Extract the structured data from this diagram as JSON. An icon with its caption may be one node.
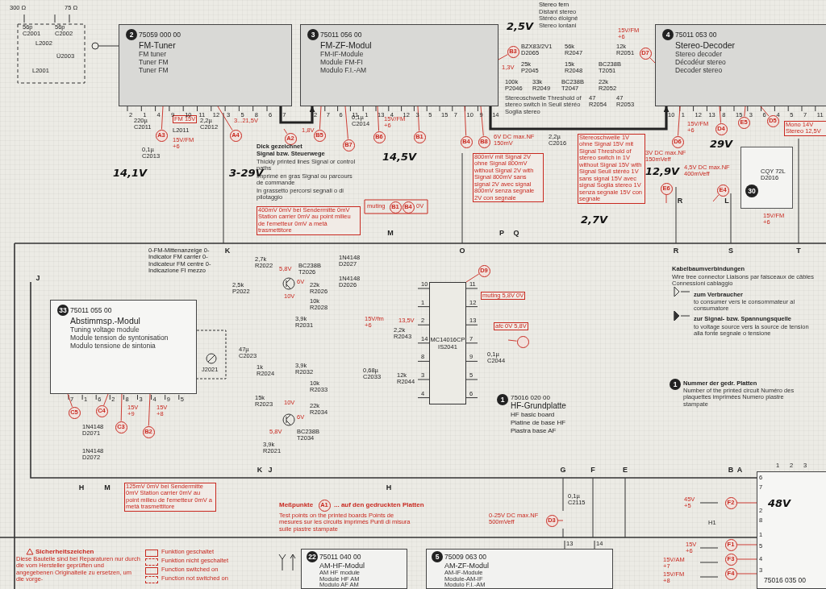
{
  "diagram": {
    "nodes": [
      {
        "text": [
          "2",
          "75059 000 00",
          "FM-Tuner",
          "FM tuner",
          "Tuner FM",
          "Tuner FM"
        ]
      },
      {
        "text": [
          "3",
          "75011 056 00",
          "FM-ZF-Modul",
          "FM-IF-Module",
          "Module FM-FI",
          "Modulo F.I.-AM"
        ]
      },
      {
        "text": [
          "4",
          "75011 053 00",
          "Stereo-Decoder",
          "Stereo decoder",
          "Décodéur stereo",
          "Decoder stereo"
        ]
      },
      {
        "text": [
          "33",
          "75011 055 00",
          "Abstimmsp.-Modul",
          "Tuning voltage module",
          "Module tension de syntonisation",
          "Modulo tensione de sintonia"
        ]
      },
      {
        "text": [
          "MC14016CP",
          "IS2041"
        ]
      },
      {
        "text": [
          "CQY 72L D2016",
          "30"
        ]
      },
      {
        "text": [
          "22",
          "75011 040 00",
          "AM-HF-Modul",
          "AM HF module",
          "Module HF AM",
          "Modulo AF AM"
        ]
      },
      {
        "text": [
          "5",
          "75009 063 00",
          "AM-ZF-Modul",
          "AM-IF-Module",
          "Module-AM-IF",
          "Modulo F.I.-AM"
        ]
      },
      {
        "text": [
          "75016 035 00"
        ]
      },
      {
        "text": [
          "1"
        ],
        "beside": [
          "75016 020 00",
          "HF-Grundplatte",
          "HF basic board",
          "Platine de base HF",
          "Piastra base AF"
        ]
      },
      {
        "text": [
          "1"
        ],
        "beside": [
          "Nummer der gedr. Platten",
          "Number of the printed circuit Numéro des plaquettes imprimées Numero piastre stampate"
        ]
      },
      {
        "text": [
          "A3"
        ]
      },
      {
        "text": [
          "A4"
        ]
      },
      {
        "text": [
          "A2"
        ]
      },
      {
        "text": [
          "B5"
        ]
      },
      {
        "text": [
          "B7"
        ]
      },
      {
        "text": [
          "B6"
        ]
      },
      {
        "text": [
          "B1"
        ]
      },
      {
        "text": [
          "B4"
        ]
      },
      {
        "text": [
          "B8"
        ]
      },
      {
        "text": [
          "B3"
        ]
      },
      {
        "text": [
          "D7"
        ]
      },
      {
        "text": [
          "D6"
        ]
      },
      {
        "text": [
          "D4"
        ]
      },
      {
        "text": [
          "D5"
        ]
      },
      {
        "text": [
          "E5"
        ]
      },
      {
        "text": [
          "E6"
        ]
      },
      {
        "text": [
          "E4"
        ]
      },
      {
        "text": [
          "B1"
        ]
      },
      {
        "text": [
          "B4"
        ]
      },
      {
        "text": [
          "D9"
        ]
      },
      {
        "text": [],
        "shape": "circle"
      },
      {
        "text": [
          "C5"
        ]
      },
      {
        "text": [
          "C4"
        ]
      },
      {
        "text": [
          "C3"
        ]
      },
      {
        "text": [
          "B2"
        ]
      },
      {
        "text": [
          "A1"
        ]
      },
      {
        "text": [
          "D3"
        ]
      },
      {
        "text": [
          "F2"
        ]
      },
      {
        "text": [
          "F1"
        ]
      },
      {
        "text": [
          "F3"
        ]
      },
      {
        "text": [
          "F4"
        ]
      }
    ],
    "edges": [
      {
        "from": 0,
        "to": 1,
        "arrow": "to",
        "style": "thick",
        "color": "#222222"
      },
      {
        "from": 1,
        "to": 2,
        "arrow": "to",
        "style": "thick",
        "color": "#222222"
      },
      {
        "from": 11,
        "to": 0,
        "arrow": "none"
      },
      {
        "from": 12,
        "to": 0,
        "arrow": "none"
      },
      {
        "from": 13,
        "to": null,
        "arrow": "none"
      },
      {
        "from": 14,
        "to": 1,
        "arrow": "none"
      },
      {
        "from": 15,
        "to": 1,
        "arrow": "none"
      },
      {
        "from": 16,
        "to": 1,
        "arrow": "none"
      },
      {
        "from": 17,
        "to": 1,
        "arrow": "none"
      },
      {
        "from": 18,
        "to": 1,
        "arrow": "none"
      },
      {
        "from": 19,
        "to": 1,
        "arrow": "none"
      },
      {
        "from": 20,
        "to": 1,
        "arrow": "none"
      },
      {
        "from": 21,
        "to": 2,
        "arrow": "none"
      },
      {
        "from": 22,
        "to": 2,
        "arrow": "none"
      },
      {
        "from": 23,
        "to": 2,
        "arrow": "none"
      },
      {
        "from": 24,
        "to": 2,
        "arrow": "none"
      },
      {
        "from": 25,
        "to": 2,
        "arrow": "none"
      },
      {
        "from": 26,
        "to": null,
        "arrow": "none"
      },
      {
        "from": 27,
        "to": null,
        "arrow": "none"
      },
      {
        "from": 30,
        "to": 4,
        "arrow": "none"
      },
      {
        "from": 31,
        "to": null,
        "arrow": "none"
      },
      {
        "from": 32,
        "to": 3,
        "arrow": "none"
      },
      {
        "from": 33,
        "to": 3,
        "arrow": "none"
      },
      {
        "from": 34,
        "to": 3,
        "arrow": "none"
      },
      {
        "from": 35,
        "to": 3,
        "arrow": "none"
      },
      {
        "from": 37,
        "to": null,
        "arrow": "none"
      },
      {
        "from": 38,
        "to": 8,
        "arrow": "none"
      },
      {
        "from": 39,
        "to": 8,
        "arrow": "none"
      },
      {
        "from": 40,
        "to": 8,
        "arrow": "none"
      },
      {
        "from": 41,
        "to": 8,
        "arrow": "none"
      }
    ],
    "labels": [
      "300 Ω",
      "75 Ω",
      "56p C2001",
      "56p C2002",
      "L2002",
      "L2001",
      "Ü2003",
      "220µ C2011",
      "FM 15V",
      "L2011",
      "15V/FM +6",
      "0,1µ C2013",
      "2,2µ C2012",
      "3...21,5V",
      "1,8V",
      "14,1V",
      "3-29V",
      "Dick gezeichnet",
      "Signal bzw. Steuerwege",
      "Thickly printed lines Signal or control paths",
      "Imprimé en gras Signal ou parcours de commande",
      "In grassetto percorsi segnali o di pilotaggio",
      "400mV 0mV bei Sendermitte 0mV Station carrier 0mV au point milieu de l'emetteur 0mV a metà trasmettitore",
      "0,1µ C2014",
      "15V/FM +6",
      "14,5V",
      "2,5V",
      "1,3V",
      "BZX83/2V1 D2065",
      "Stereo fern",
      "Distant stereo Stéréo éloigné Stereo lontani",
      "56k R2047",
      "25k P2045",
      "15k R2048",
      "12k R2051",
      "15V/FM +6",
      "BC238B T2051",
      "100k P2046",
      "33k R2049",
      "BC238B T2047",
      "22k R2052",
      "47 R2054",
      "47 R2053",
      "Stereoschwelle Threshold of stereo switch in Seuil stéréo Soglia stereo",
      "6V DC max.NF 150mV",
      "800mV mit Signal 2V ohne Signal 800mV without Signal 2V with Signal 800mV sans signal 2V avec signal 800mV senza segnale 2V con segnale",
      "2,2µ C2016",
      "Stereoschwelle 1V ohne Signal 15V mit Signal Threshold of stereo switch in 1V without Signal 15V with Signal Seuil stéréo 1V sans signal 15V avec signal Soglia stereo 1V senza segnale 15V con segnale",
      "2,7V",
      "3V DC max.NF 150mVeff",
      "12,9V",
      "15V/FM +6",
      "29V",
      "4,5V DC max.NF 400mVeff",
      "Mono 14V Stereo 12,5V",
      "15V/FM +6",
      "muting",
      "0V",
      "R",
      "L",
      "K",
      "M",
      "O",
      "P",
      "Q",
      "R",
      "S",
      "T",
      "J",
      "0-FM-Mittenanzeige 0-Indicator FM carrier 0-Indicateur FM centre 0-Indicazione FI mezzo",
      "2,7k R2022",
      "2,5k P2022",
      "5,8V",
      "BC238B T2026",
      "6V",
      "22k R2026",
      "10V",
      "10k R2028",
      "1N4148 D2027",
      "1N4148 D2026",
      "3,9k R2031",
      "47µ C2023",
      "J2021",
      "1k R2024",
      "3,9k R2032",
      "15k R2023",
      "10k R2033",
      "10V",
      "22k R2034",
      "6V",
      "5,8V",
      "BC238B T2034",
      "3,9k R2021",
      "15V/fm +6",
      "2,2k R2043",
      "0,68µ C2033",
      "13,5V",
      "12k R2044",
      "muting 5,8V 0V",
      "afc 0V 5,8V",
      "0,1µ C2044",
      "1N4148 D2071",
      "1N4148 D2072",
      "15V +9",
      "15V +8",
      "H",
      "M",
      "K",
      "J",
      "H",
      "G",
      "F",
      "E",
      "B",
      "A",
      "125mV 0mV bei Sendermitte 0mV Station carrier 0mV au point milieu de l'emetteur 0mV a metà trasmettitore",
      "Meßpunkte",
      "... auf den gedruckten Platten",
      "Test points on the printed boards Points de mesures sur les circuits imprimés Punti di misura sulle piastre stampate",
      "Sicherheitszeichen",
      "Diese Bauteile sind bei Reparaturen nur durch die vom Hersteller geprüften und angegebenen Originalteile zu ersetzen, um die vorge-",
      "0-25V DC max.NF 500mVeff",
      "0,1µ C2115",
      "45V +5",
      "H1",
      "15V +6",
      "15V/AM +7",
      "15V/FM +8",
      "48V",
      "Kabelbaumverbindungen",
      "Wire tree connector Liaisons par faisceaux de câbles Connessioni cablaggio",
      "zum Verbraucher",
      "to consumer vers le consommateur al consumatore",
      "zur Signal- bzw. Spannungsquelle",
      "to voltage source vers la source de tension alla fonte segnale o tensione",
      "2",
      "1",
      "4",
      "9",
      "10",
      "11",
      "12",
      "3",
      "5",
      "8",
      "6",
      "7",
      "2",
      "7",
      "6",
      "11",
      "1",
      "13",
      "4",
      "12",
      "3",
      "5",
      "15",
      "7",
      "10",
      "9",
      "14",
      "10",
      "1",
      "12",
      "13",
      "8",
      "15",
      "3",
      "6",
      "4",
      "5",
      "7",
      "11",
      "7",
      "1",
      "6",
      "2",
      "8",
      "3",
      "4",
      "9",
      "5",
      "10",
      "1",
      "2",
      "14",
      "8",
      "3",
      "4",
      "11",
      "12",
      "13",
      "7",
      "9",
      "5",
      "6",
      "13",
      "14",
      "6",
      "7",
      "2",
      "8",
      "1",
      "5",
      "4",
      "3",
      "1",
      "2",
      "3"
    ],
    "legend": [
      {
        "text": "Funktion geschaltet"
      },
      {
        "text": "Funktion nicht geschaltet"
      },
      {
        "text": "Function switched on"
      },
      {
        "text": "Function not switched on"
      }
    ]
  }
}
